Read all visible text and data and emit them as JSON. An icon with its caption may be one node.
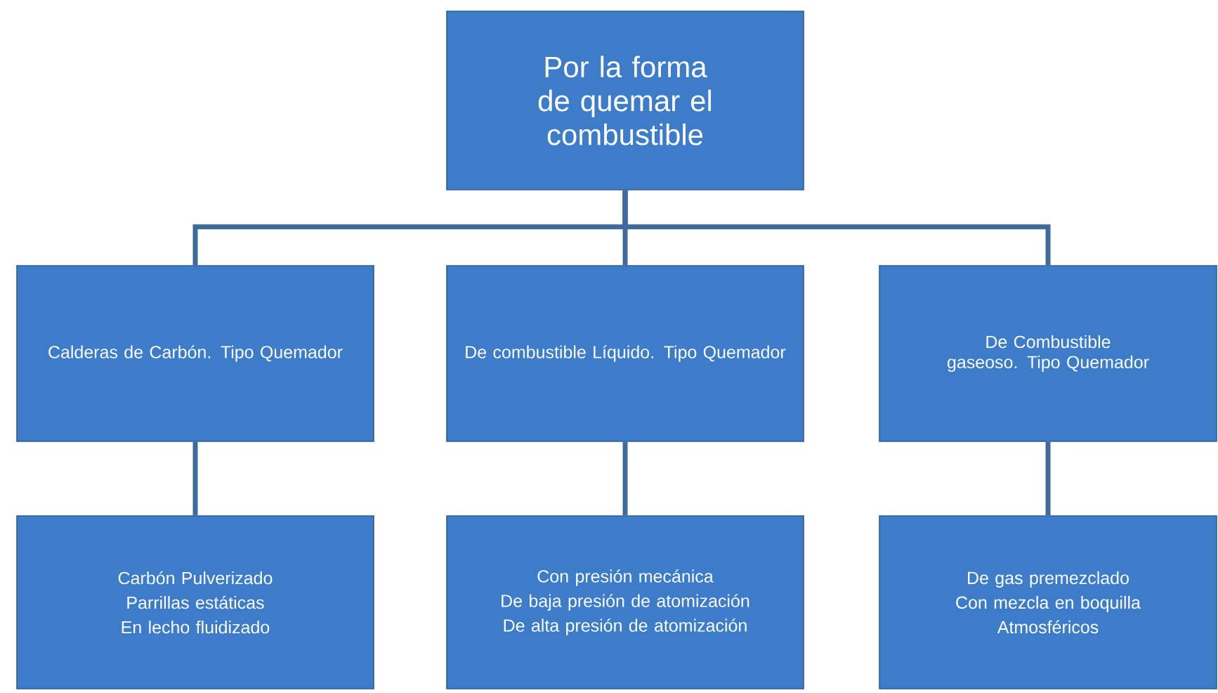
{
  "diagram": {
    "nodes": [
      {
        "text": [
          "Por la forma de quemar el combustible"
        ]
      },
      {
        "text": [
          "Calderas de Carbón. Tipo Quemador"
        ]
      },
      {
        "text": [
          "De combustible Líquido. Tipo Quemador"
        ]
      },
      {
        "text": [
          "De Combustible gaseoso. Tipo Quemador"
        ]
      },
      {
        "text": [
          "Carbón Pulverizado",
          "Parrillas estáticas",
          "En lecho fluidizado"
        ]
      },
      {
        "text": [
          "Con presión mecánica",
          "De baja presión de atomización",
          "De alta presión de atomización"
        ]
      },
      {
        "text": [
          "De gas premezclado",
          "Con mezcla en boquilla",
          "Atmosféricos"
        ]
      }
    ],
    "edges": [
      {
        "from": 0,
        "to": 1,
        "arrow": "none"
      },
      {
        "from": 0,
        "to": 2,
        "arrow": "none"
      },
      {
        "from": 0,
        "to": 3,
        "arrow": "none"
      },
      {
        "from": 1,
        "to": 4,
        "arrow": "none"
      },
      {
        "from": 2,
        "to": 5,
        "arrow": "none"
      },
      {
        "from": 3,
        "to": 6,
        "arrow": "none"
      }
    ]
  }
}
